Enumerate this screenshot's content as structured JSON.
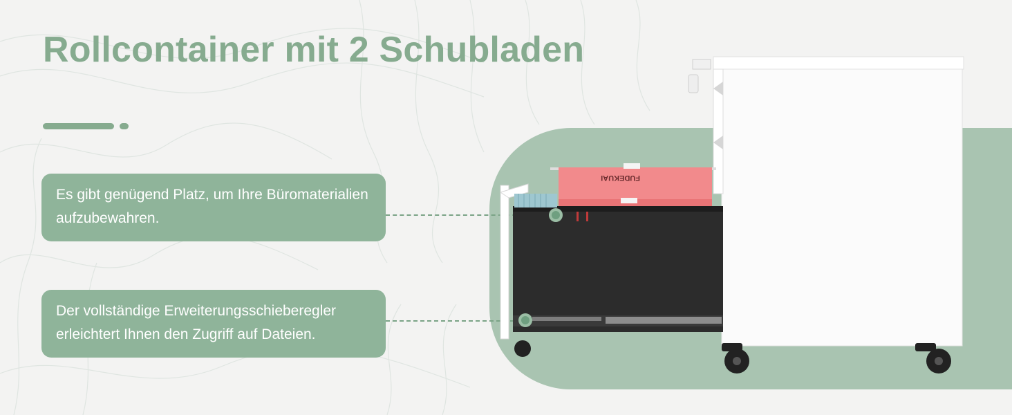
{
  "title": "Rollcontainer mit 2 Schubladen",
  "callouts": [
    {
      "text": "Es gibt genügend Platz, um Ihre Büromaterialien aufzubewahren."
    },
    {
      "text": "Der vollständige Erweiterungsschieberegler erleichtert Ihnen den Zugriff auf Dateien."
    }
  ],
  "folder_label": "FUDEKUAI",
  "colors": {
    "accent": "#86ab8f",
    "callout_bg": "#8fb49a",
    "panel": "#a9c4b1",
    "background": "#f3f3f2"
  }
}
